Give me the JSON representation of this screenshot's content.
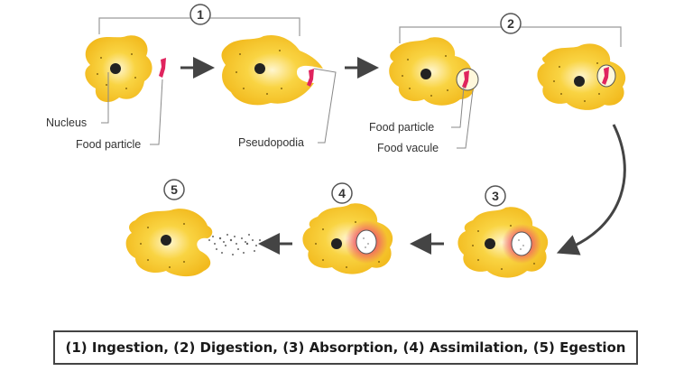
{
  "colors": {
    "cell_fill": "#F7C629",
    "cell_center": "#FFF3C0",
    "cell_edge": "#E6A817",
    "nucleus": "#222222",
    "food": "#E0245E",
    "digest_glow": "#EE4B6A",
    "arrow": "#444444",
    "bracket": "#999999"
  },
  "steps": [
    {
      "number": "1"
    },
    {
      "number": "2"
    },
    {
      "number": "3"
    },
    {
      "number": "4"
    },
    {
      "number": "5"
    }
  ],
  "labels": {
    "nucleus": "Nucleus",
    "food_particle_1": "Food particle",
    "pseudopodia": "Pseudopodia",
    "food_particle_2": "Food particle",
    "food_vacuole": "Food vacule"
  },
  "caption": "(1) Ingestion, (2) Digestion, (3) Absorption, (4) Assimilation, (5) Egestion"
}
